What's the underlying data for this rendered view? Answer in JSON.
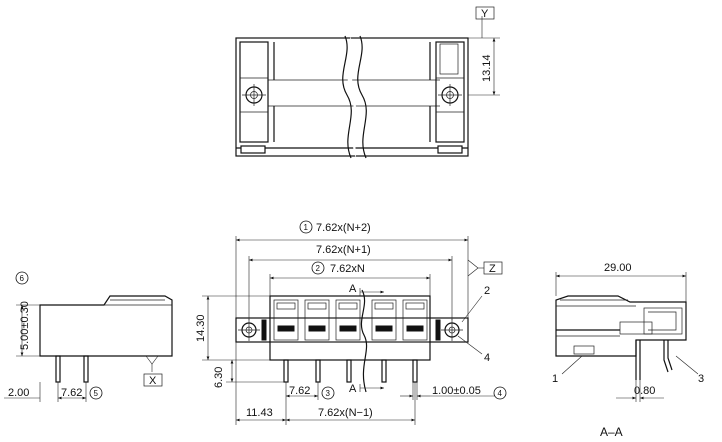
{
  "top_view": {
    "dim_height": "13.14",
    "datum_y": "Y"
  },
  "front_view": {
    "dim_total": "7.62x(N+2)",
    "dim_total_ref": "1",
    "dim_n1": "7.62x(N+1)",
    "dim_n": "7.62xN",
    "dim_n_ref": "2",
    "dim_height": "14.30",
    "dim_pin_len": "6.30",
    "dim_pitch": "7.62",
    "dim_pitch_ref": "3",
    "dim_offset": "11.43",
    "dim_n_minus1": "7.62x(N−1)",
    "dim_pin_size": "1.00±0.05",
    "dim_pin_size_ref": "4",
    "callout_2": "2",
    "callout_4": "4",
    "section_mark": "A",
    "datum_z": "Z"
  },
  "side_view": {
    "dim_height": "5.00±0.30",
    "dim_height_ref": "6",
    "dim_left": "2.00",
    "dim_pitch": "7.62",
    "dim_pitch_ref": "5",
    "datum_x": "X"
  },
  "section_view": {
    "dim_width": "29.00",
    "dim_pin": "0.80",
    "callout_1": "1",
    "callout_3": "3",
    "label": "A–A"
  }
}
